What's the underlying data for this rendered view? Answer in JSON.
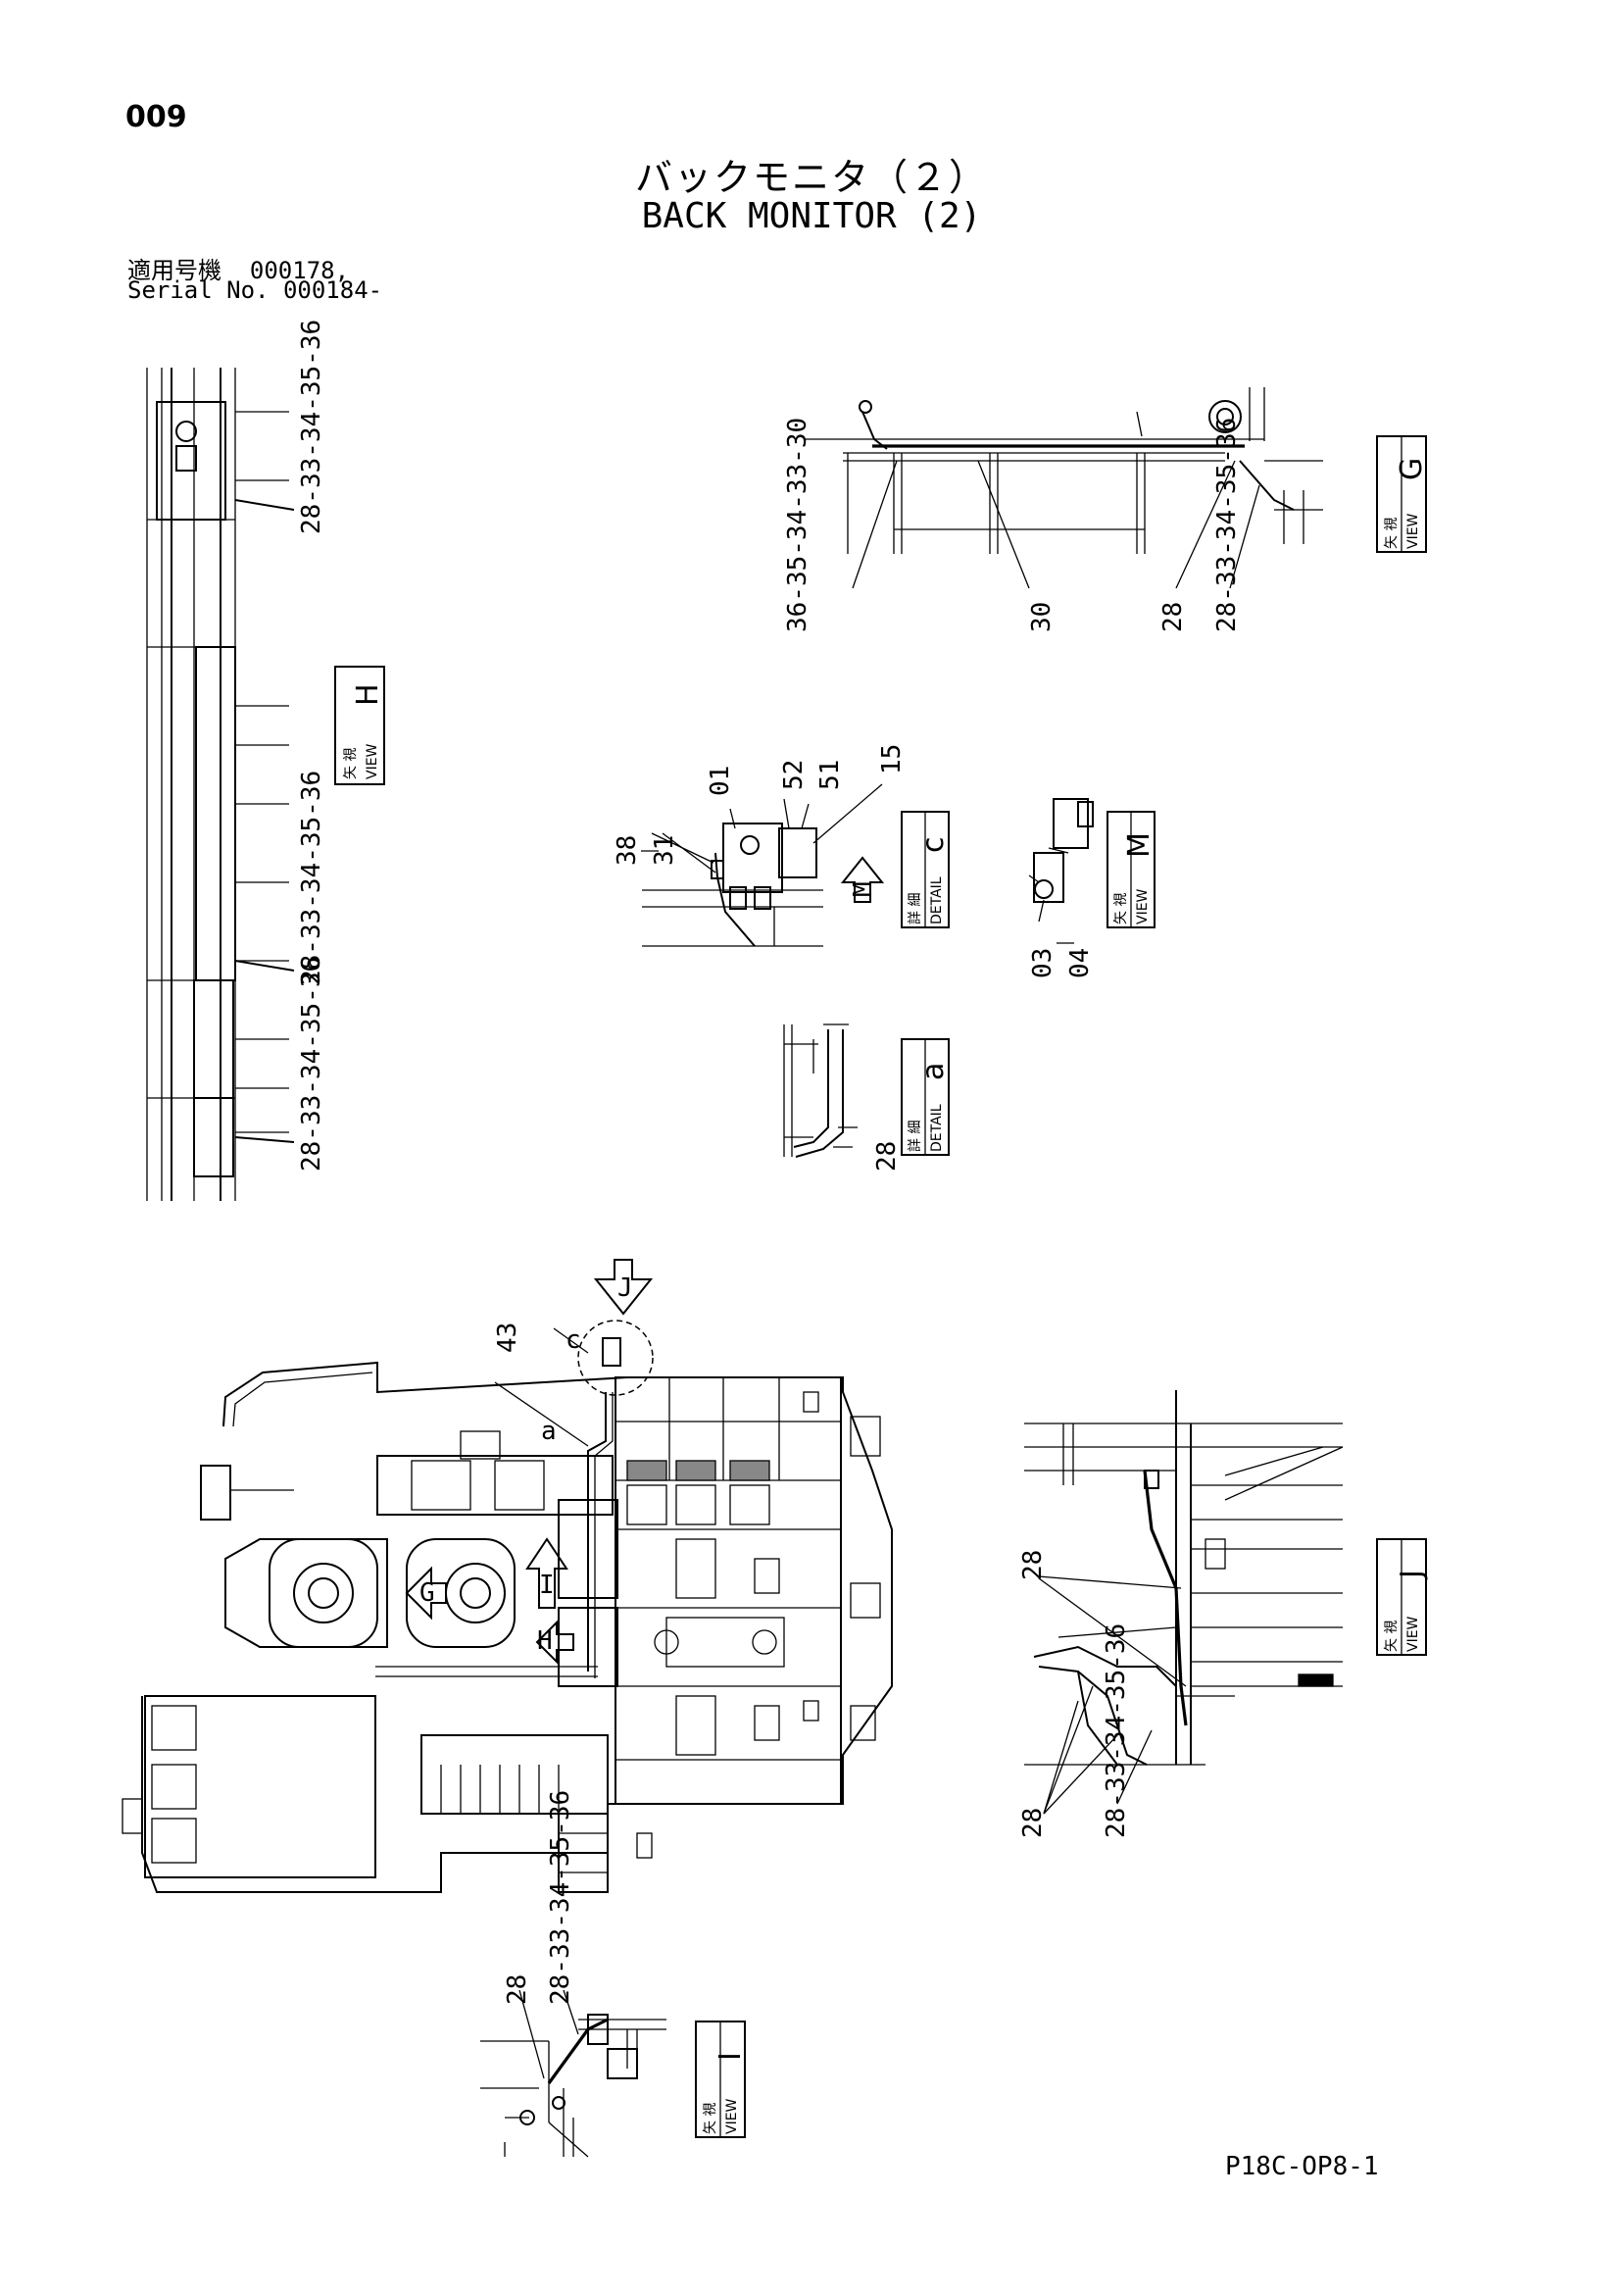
{
  "page": {
    "number": "009",
    "title_jp": "バックモニタ（２）",
    "title_en": "BACK MONITOR (2)",
    "serial_line1": "適用号機  000178,",
    "serial_line2": "Serial No. 000184-",
    "footer_code": "P18C-OP8-1"
  },
  "view_labels": {
    "view_text_jp": "矢 視",
    "view_text_en": "VIEW",
    "detail_text_jp": "詳 細",
    "detail_text_en": "DETAIL",
    "G": "G",
    "H": "H",
    "C": "c",
    "M": "M",
    "A": "a",
    "J": "J",
    "I": "I"
  },
  "callouts": {
    "seq_28_36": "28-33-34-35-36",
    "seq_36_30": "36-35-34-33-30",
    "n30": "30",
    "n28": "28",
    "n01": "01",
    "n52": "52",
    "n51": "51",
    "n15": "15",
    "n38_31_a": "38",
    "n38_31_b": "31",
    "n03_04_a": "03",
    "n03_04_b": "04",
    "n43": "43",
    "letter_c": "c",
    "letter_a": "a",
    "arrow_J": "J",
    "arrow_G": "G",
    "arrow_H": "H",
    "arrow_I": "I",
    "arrow_M": "M"
  }
}
